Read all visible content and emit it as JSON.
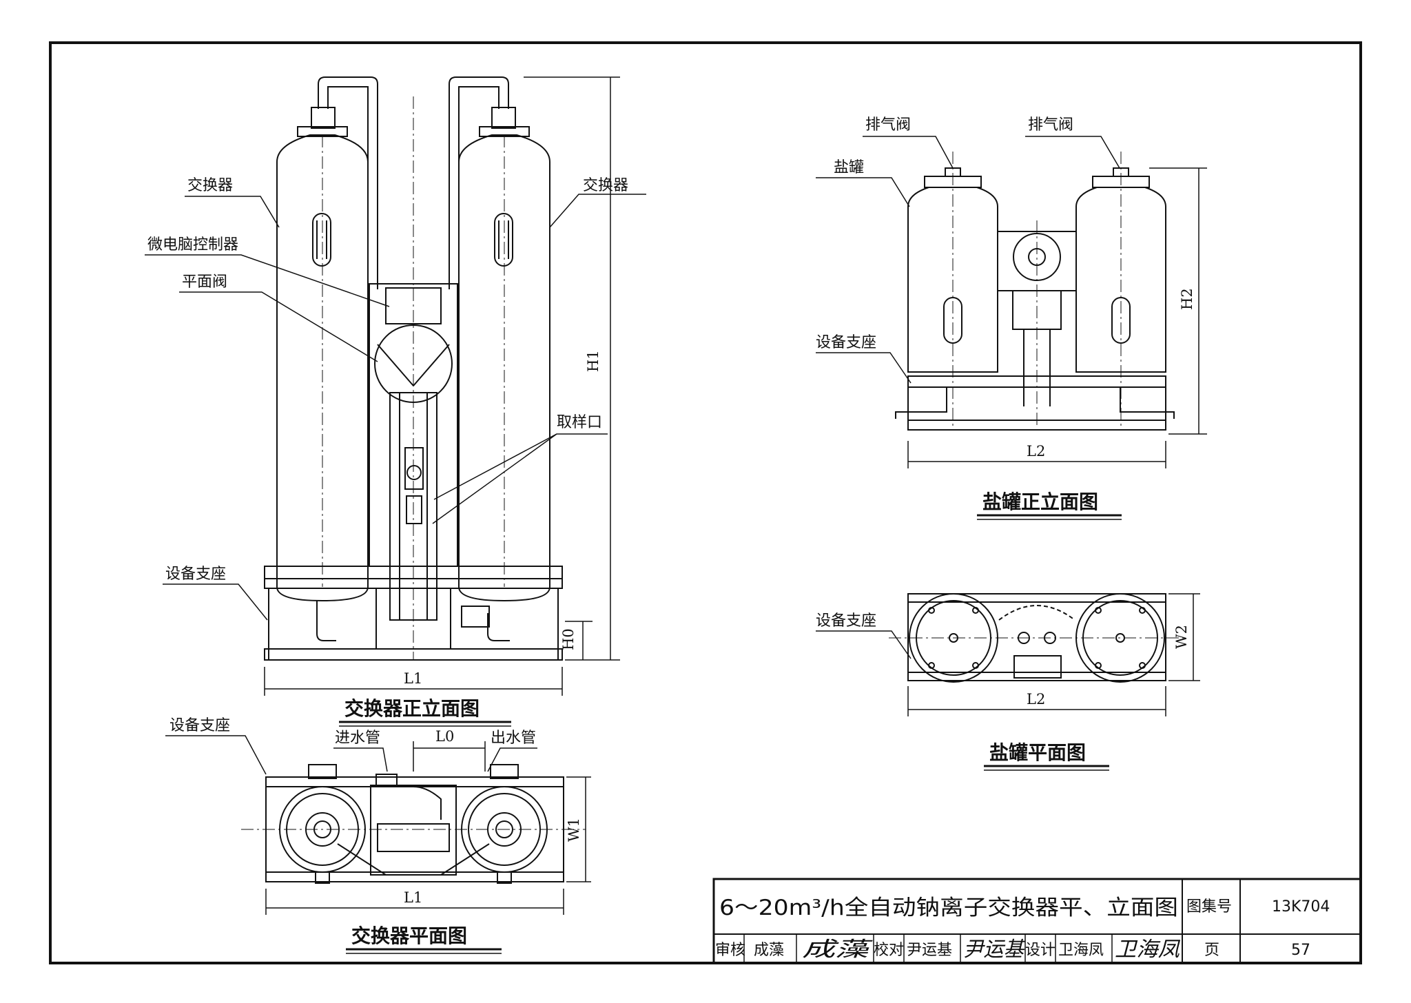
{
  "titles": {
    "exchanger_elevation": "交换器正立面图",
    "exchanger_plan": "交换器平面图",
    "salt_tank_elevation": "盐罐正立面图",
    "salt_tank_plan": "盐罐平面图"
  },
  "labels": {
    "exchanger_left": "交换器",
    "exchanger_right": "交换器",
    "controller": "微电脑控制器",
    "flat_valve": "平面阀",
    "sampling_port": "取样口",
    "support_elevation": "设备支座",
    "support_plan": "设备支座",
    "inlet_pipe": "进水管",
    "outlet_pipe": "出水管",
    "vent_valve_left": "排气阀",
    "vent_valve_right": "排气阀",
    "salt_tank": "盐罐",
    "salt_support_elevation": "设备支座",
    "salt_support_plan": "设备支座"
  },
  "dimensions": {
    "H1": "H1",
    "H0": "H0",
    "L1_elevation": "L1",
    "L1_plan": "L1",
    "L0": "L0",
    "W1": "W1",
    "H2": "H2",
    "L2_elevation": "L2",
    "L2_plan": "L2",
    "W2": "W2"
  },
  "title_block": {
    "drawing_title": "6～20m³/h全自动钠离子交换器平、立面图",
    "atlas_label": "图集号",
    "atlas_no": "13K704",
    "review_label": "审核",
    "reviewer": "成藻",
    "reviewer_sig": "成藻",
    "check_label": "校对",
    "checker": "尹运基",
    "checker_sig": "尹运基",
    "design_label": "设计",
    "designer": "卫海凤",
    "designer_sig": "卫海凤",
    "page_label": "页",
    "page_no": "57"
  }
}
